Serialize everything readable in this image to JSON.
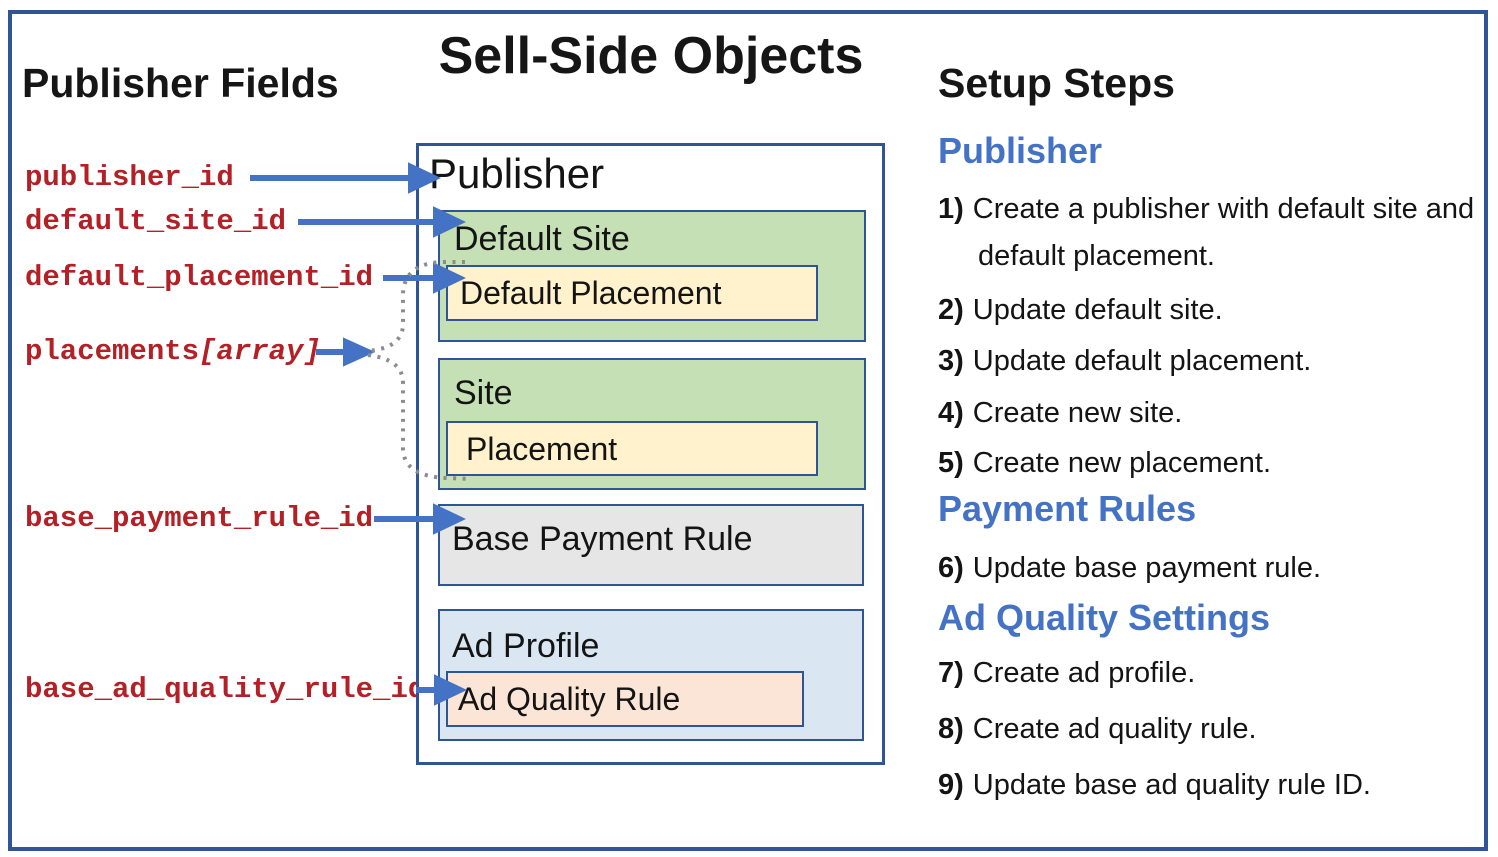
{
  "title": "Sell-Side Objects",
  "left_panel": {
    "heading": "Publisher Fields",
    "fields": [
      {
        "label": "publisher_id",
        "suffix": ""
      },
      {
        "label": "default_site_id",
        "suffix": ""
      },
      {
        "label": "default_placement_id",
        "suffix": ""
      },
      {
        "label": "placements",
        "suffix": "[array]"
      },
      {
        "label": "base_payment_rule_id",
        "suffix": ""
      },
      {
        "label": "base_ad_quality_rule_id",
        "suffix": ""
      }
    ]
  },
  "diagram": {
    "publisher": "Publisher",
    "default_site": "Default Site",
    "default_placement": "Default Placement",
    "site": "Site",
    "placement": "Placement",
    "base_payment_rule": "Base Payment Rule",
    "ad_profile": "Ad Profile",
    "ad_quality_rule": "Ad Quality Rule"
  },
  "right_panel": {
    "heading": "Setup Steps",
    "sections": [
      {
        "heading": "Publisher",
        "steps": [
          {
            "num": "1)",
            "text": "Create a publisher with default site and default placement."
          },
          {
            "num": "2)",
            "text": "Update default site."
          },
          {
            "num": "3)",
            "text": "Update default placement."
          },
          {
            "num": "4)",
            "text": "Create new site."
          },
          {
            "num": "5)",
            "text": "Create new placement."
          }
        ]
      },
      {
        "heading": "Payment Rules",
        "steps": [
          {
            "num": "6)",
            "text": "Update base payment rule."
          }
        ]
      },
      {
        "heading": "Ad Quality Settings",
        "steps": [
          {
            "num": "7)",
            "text": "Create ad profile."
          },
          {
            "num": "8)",
            "text": "Create ad quality rule."
          },
          {
            "num": "9)",
            "text": "Update base ad quality rule ID."
          }
        ]
      }
    ]
  },
  "colors": {
    "frame_border": "#2F5597",
    "arrow_blue": "#4472C4",
    "heading_blue": "#4472C4",
    "field_red": "#B32025",
    "site_green": "#C5E0B4",
    "placement_yellow": "#FFF2CC",
    "payment_gray": "#E7E6E6",
    "profile_blue": "#DAE6F2",
    "quality_peach": "#FBE5D6",
    "dotted_gray": "#8C8C8C"
  }
}
